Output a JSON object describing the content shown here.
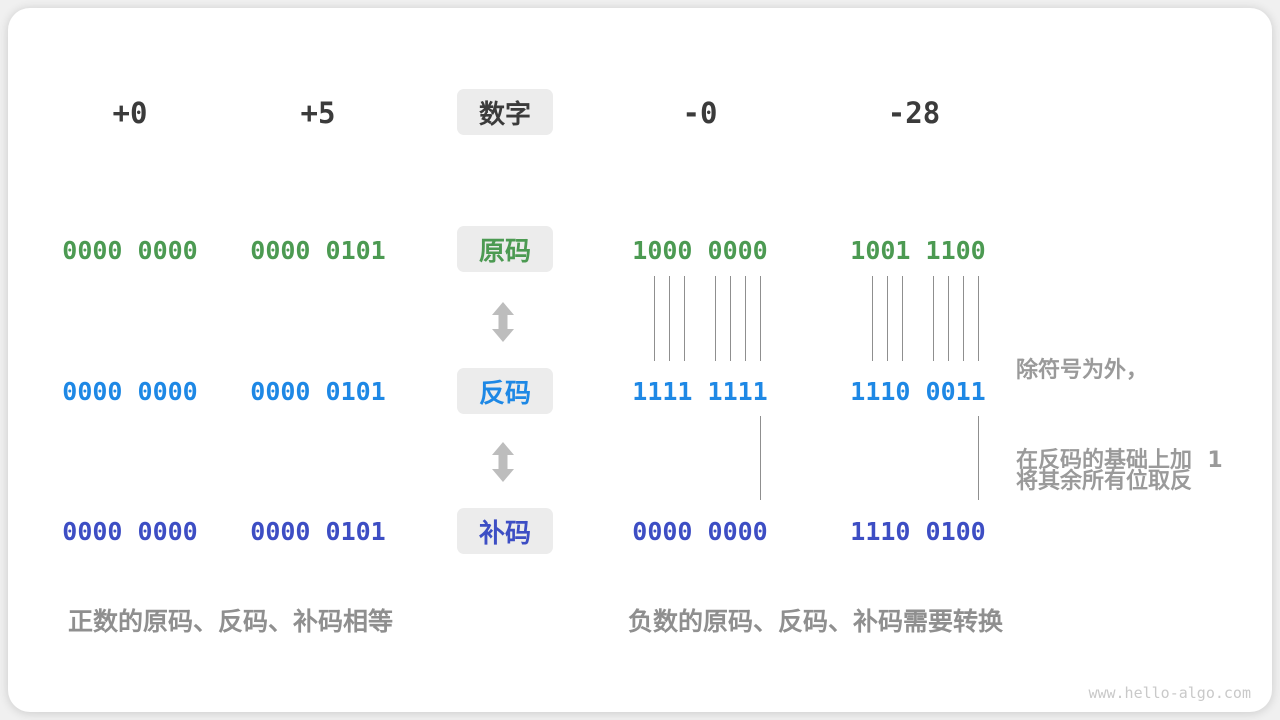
{
  "colors": {
    "bg_outer": "#f0f0f0",
    "dark": "#3b3b3b",
    "green": "#4c9a52",
    "blue": "#1e88e5",
    "indigo": "#3d4ec4",
    "badge_bg": "#ececec",
    "gray_text": "#9a9a9a",
    "caption": "#8f8f8f",
    "arrow": "#bdbdbd",
    "line": "#8f8f8f",
    "watermark": "#c9c9c9"
  },
  "headers": {
    "col1": "+0",
    "col2": "+5",
    "col3": "-0",
    "col4": "-28"
  },
  "badges": {
    "number": "数字",
    "sign_magnitude": "原码",
    "ones_complement": "反码",
    "twos_complement": "补码"
  },
  "rows": {
    "sign_magnitude": {
      "col1": "0000 0000",
      "col2": "0000 0101",
      "col3": "1000 0000",
      "col4": "1001 1100"
    },
    "ones_complement": {
      "col1": "0000 0000",
      "col2": "0000 0101",
      "col3": "1111 1111",
      "col4": "1110 0011"
    },
    "twos_complement": {
      "col1": "0000 0000",
      "col2": "0000 0101",
      "col3": "0000 0000",
      "col4": "1110 0100"
    }
  },
  "connectors": {
    "invert_bit_positions": [
      1,
      2,
      3,
      5,
      6,
      7,
      8
    ],
    "add_one_bit_positions": [
      8
    ]
  },
  "annotations": {
    "invert_line1": "除符号为外，",
    "invert_line2": "将其余所有位取反",
    "add_one": "在反码的基础上加  1"
  },
  "captions": {
    "positive": "正数的原码、反码、补码相等",
    "negative": "负数的原码、反码、补码需要转换"
  },
  "watermark": "www.hello-algo.com",
  "icons": {
    "updown_arrow": "double-headed-vertical-arrow"
  }
}
